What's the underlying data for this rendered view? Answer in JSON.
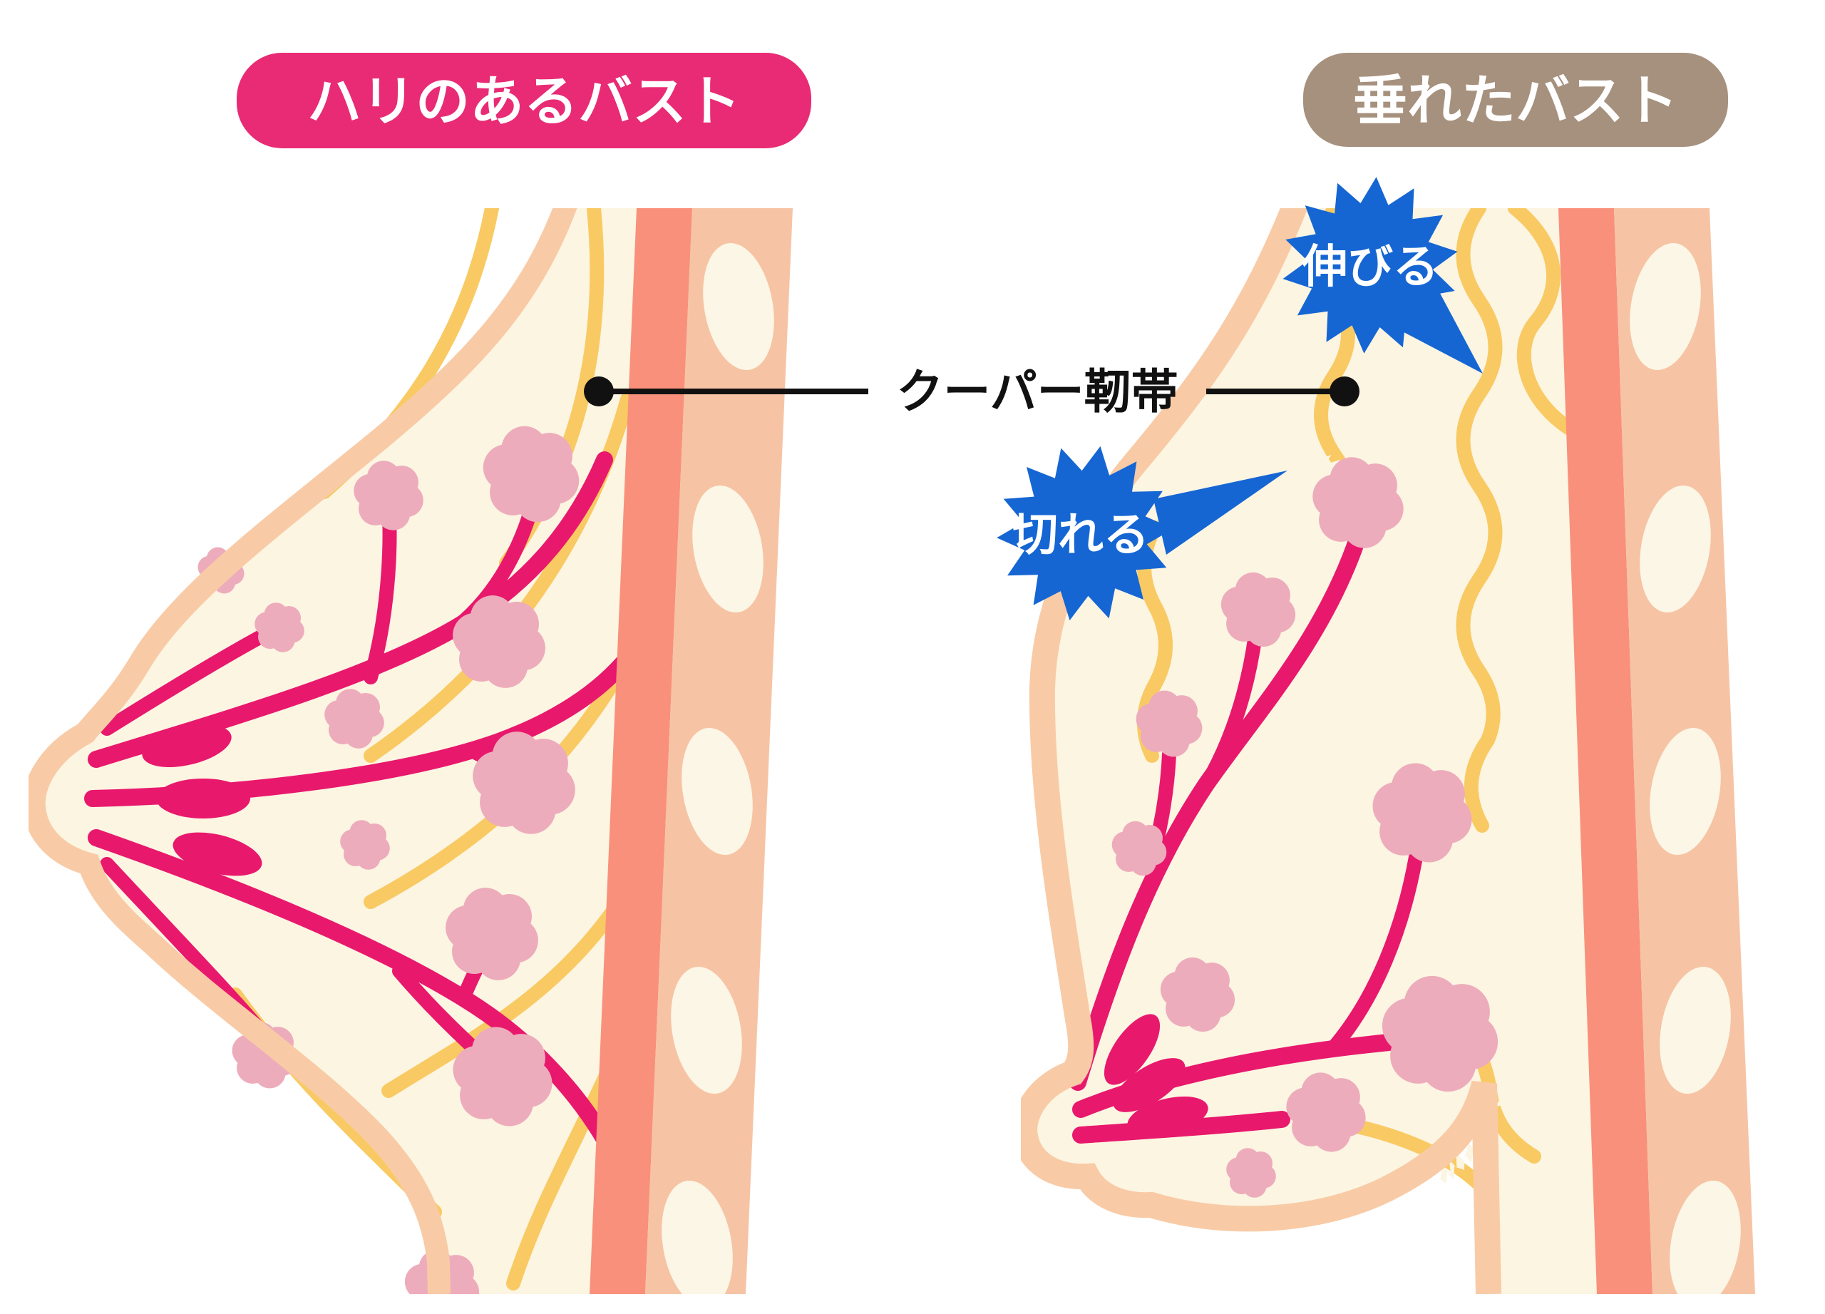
{
  "page": {
    "background": "#ffffff"
  },
  "panels": {
    "firm": {
      "label": "ハリのあるバスト"
    },
    "sagging": {
      "label": "垂れたバスト"
    }
  },
  "annotation": {
    "label": "クーパー靭帯"
  },
  "callouts": {
    "stretch": "伸びる",
    "tear": "切れる"
  },
  "colors": {
    "cap_firm": "#E82B74",
    "cap_sag": "#A6917E",
    "skin": "#F8CBA6",
    "interior": "#FCF5E2",
    "muscle": "#F9907B",
    "wall": "#F6C4A4",
    "rib": "#FCF6E6",
    "ligament": "#F9CA63",
    "duct": "#E8186D",
    "lobule": "#EDACBB",
    "bubble": "#1566D3",
    "line": "#111111"
  }
}
